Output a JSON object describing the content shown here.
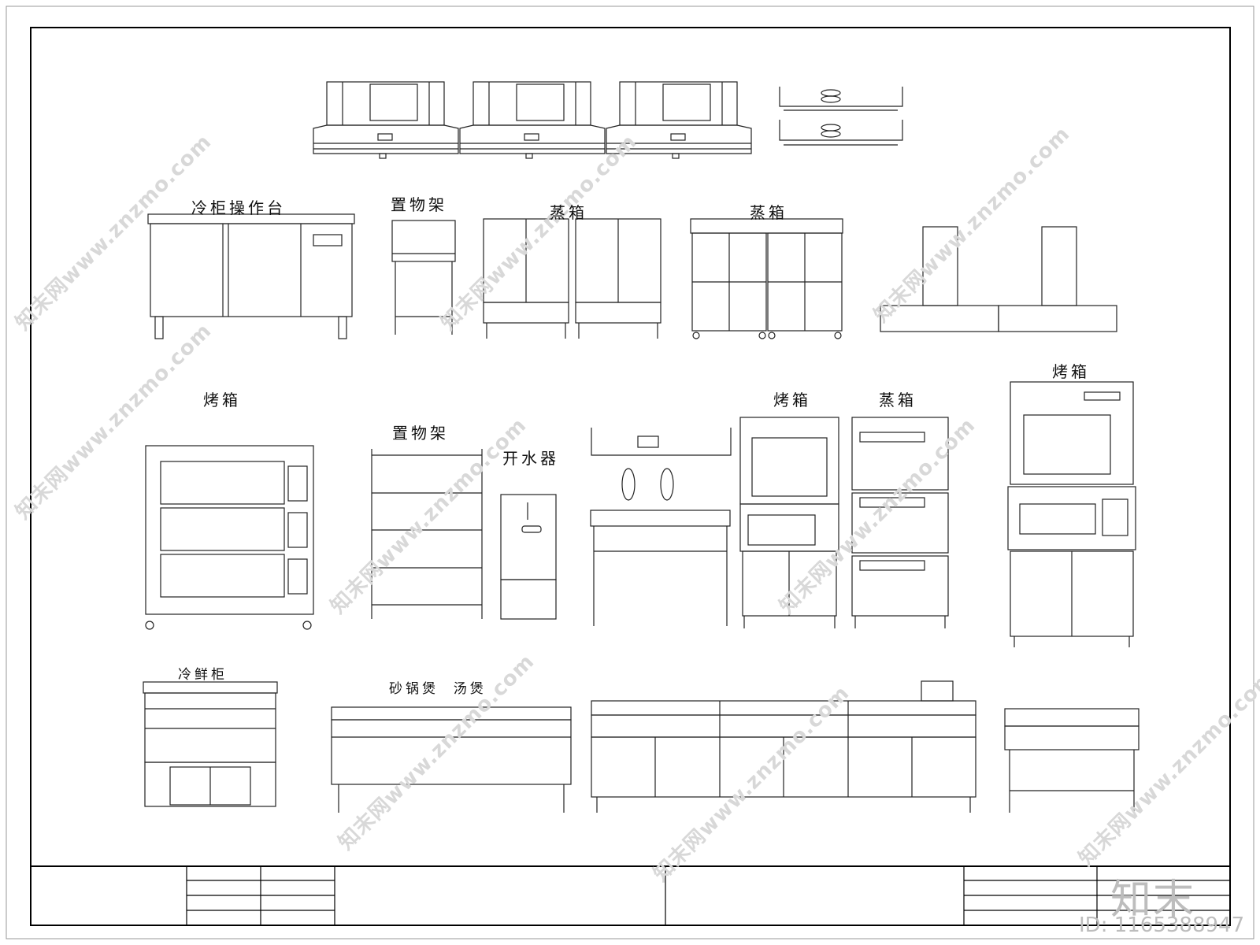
{
  "labels": {
    "cold_counter": "冷柜操作台",
    "rack1": "置物架",
    "steamer1": "蒸箱",
    "steamer2": "蒸箱",
    "oven_left": "烤箱",
    "rack2": "置物架",
    "water_boiler": "开水器",
    "oven_mid": "烤箱",
    "steamer3": "蒸箱",
    "oven_right": "烤箱",
    "fresh_cabinet": "冷鲜柜",
    "pot_stove": "砂锅煲  汤煲"
  },
  "watermark": {
    "text": "知末网www.znzmo.com",
    "logo": "知末",
    "image_id": "ID: 1165388947"
  }
}
